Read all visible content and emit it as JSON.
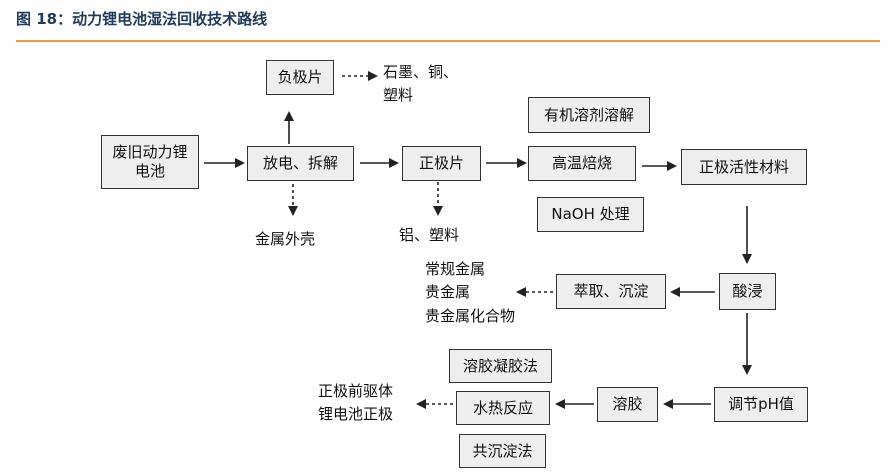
{
  "title": "图 18：动力锂电池湿法回收技术路线",
  "accent_color": "#f39a3d",
  "boxes": {
    "neg": "负极片",
    "feilj": "废旧动力锂电池",
    "fangdian": "放电、拆解",
    "zhengjipian": "正极片",
    "youji": "有机溶剂溶解",
    "gaowen": "高温焙烧",
    "naoh": "NaOH 处理",
    "zhengjihuoxing": "正极活性材料",
    "suanjin": "酸浸",
    "cuiqu": "萃取、沉淀",
    "rongjiaoningjiao": "溶胶凝胶法",
    "shuire": "水热反应",
    "gongchendian": "共沉淀法",
    "rongjiao": "溶胶",
    "tiaojie": "调节pH值"
  },
  "labels": {
    "shimo": [
      "石墨、铜、",
      "塑料"
    ],
    "jinshu": "金属外壳",
    "lv": "铝、塑料",
    "metals": [
      "常规金属",
      "贵金属",
      "贵金属化合物"
    ],
    "products": [
      "正极前驱体",
      "锂电池正极"
    ]
  }
}
